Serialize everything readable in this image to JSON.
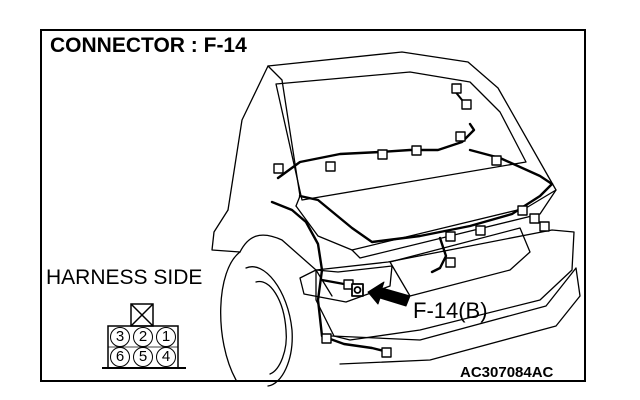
{
  "title": "CONNECTOR : F-14",
  "harness_label": "HARNESS SIDE",
  "callout_label": "F-14(B)",
  "diagram_code": "AC307084AC",
  "connector": {
    "top_row": [
      "3",
      "2",
      "1"
    ],
    "bottom_row": [
      "6",
      "5",
      "4"
    ]
  }
}
